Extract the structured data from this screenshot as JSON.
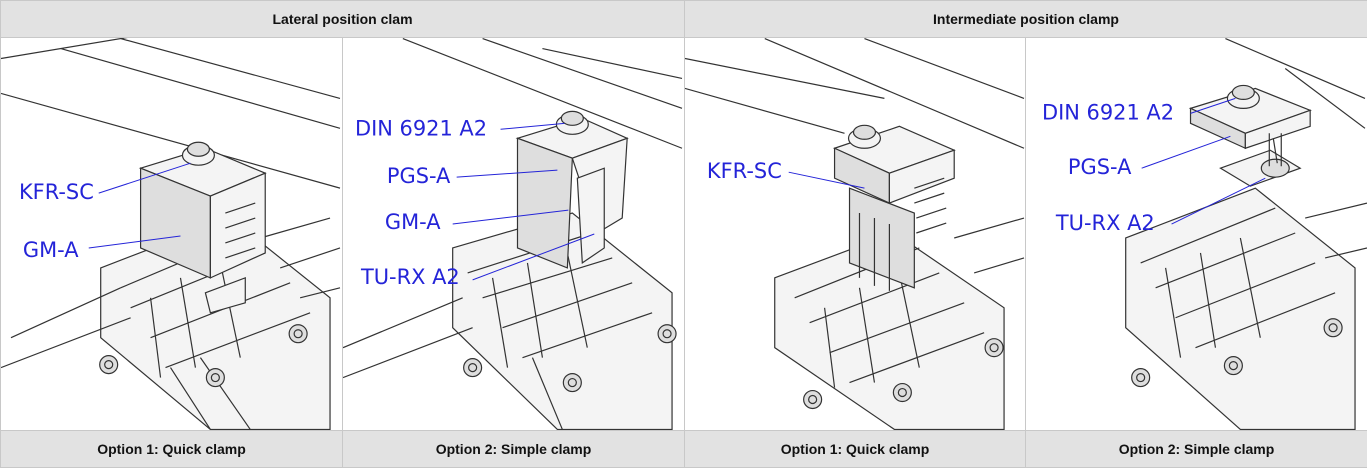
{
  "headers": {
    "lateral": "Lateral position clam",
    "intermediate": "Intermediate position clamp"
  },
  "footers": [
    "Option 1: Quick clamp",
    "Option 2: Simple clamp",
    "Option 1: Quick clamp",
    "Option 2: Simple clamp"
  ],
  "panels": {
    "p1": {
      "label1": "KFR-SC",
      "label2": "GM-A"
    },
    "p2": {
      "label1": "DIN 6921 A2",
      "label2": "PGS-A",
      "label3": "GM-A",
      "label4": "TU-RX A2"
    },
    "p3": {
      "label1": "KFR-SC"
    },
    "p4": {
      "label1": "DIN 6921 A2",
      "label2": "PGS-A",
      "label3": "TU-RX A2"
    }
  },
  "colors": {
    "header_bg": "#e2e2e2",
    "label": "#2424d8",
    "border": "#c8c8c8"
  }
}
